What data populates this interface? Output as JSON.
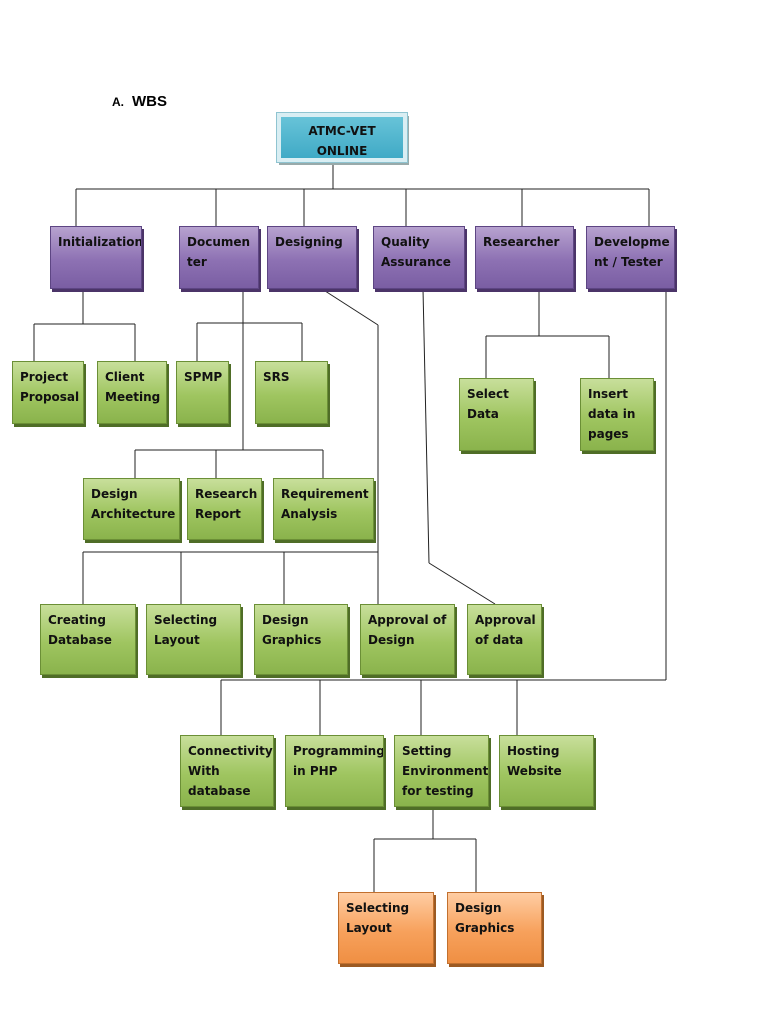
{
  "heading": {
    "number": "A.",
    "text": "WBS"
  },
  "root": "ATMC-VET ONLINE",
  "departments": {
    "initialization": "Initialization",
    "documenter": "Documen\nter",
    "designing": "Designing",
    "quality_assurance": "Quality\nAssurance",
    "researcher": "Researcher",
    "developer_tester": "Developme\nnt / Tester"
  },
  "tasks": {
    "project_proposal": "Project\nProposal",
    "client_meeting": "Client\nMeeting",
    "spmp": "SPMP",
    "srs": "SRS",
    "select_data": "Select\nData",
    "insert_data": "Insert\ndata in\npages",
    "design_architecture": "Design\nArchitecture",
    "research_report": "Research\nReport",
    "requirement_analysis": "Requirement\nAnalysis",
    "creating_database": "Creating\nDatabase",
    "selecting_layout": "Selecting\nLayout",
    "design_graphics": "Design\nGraphics",
    "approval_of_design": "Approval of\nDesign",
    "approval_of_data": "Approval\nof data",
    "connectivity_with_database": "Connectivity\nWith\ndatabase",
    "programming_in_php": "Programming\nin PHP",
    "setting_environment": "Setting\nEnvironment\nfor testing",
    "hosting_website": "Hosting\nWebsite"
  },
  "subtasks": {
    "selecting_layout": "Selecting\nLayout",
    "design_graphics": "Design\nGraphics"
  },
  "colors": {
    "root": "#4bb3cc",
    "department": "#8d71b3",
    "task": "#9fc560",
    "subtask": "#f7a15c",
    "connector": "#222222"
  }
}
